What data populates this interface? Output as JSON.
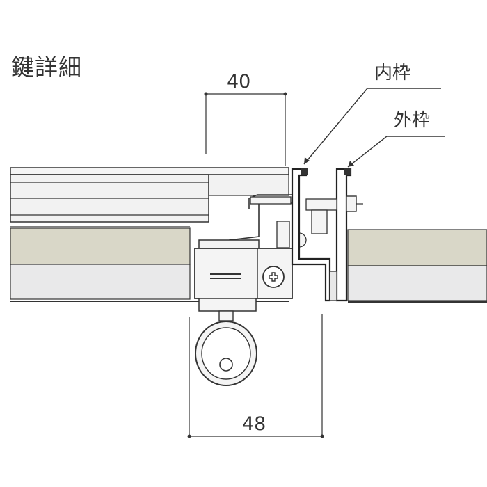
{
  "title": "鍵詳細",
  "labels": {
    "inner_frame": "内枠",
    "outer_frame": "外枠"
  },
  "dimensions": {
    "top": "40",
    "bottom": "48"
  },
  "colors": {
    "line": "#333333",
    "panel_light": "#f2f2f2",
    "board_beige": "#d9d7c8",
    "board_grey": "#e9e9ea",
    "hardware_fill": "#f4f4f4"
  }
}
